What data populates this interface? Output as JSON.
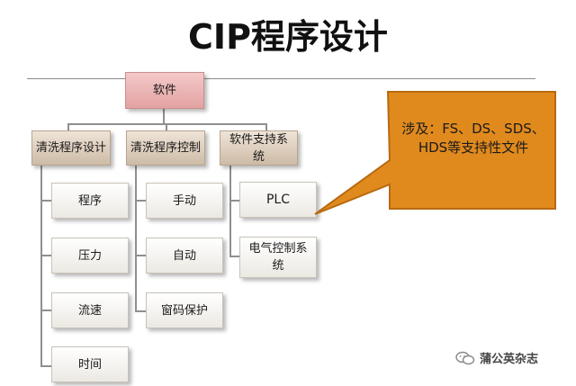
{
  "title": "CIP程序设计",
  "diagram": {
    "root": "软件",
    "categories": [
      {
        "label": "清洗程序设计",
        "items": [
          "程序",
          "压力",
          "流速",
          "时间"
        ]
      },
      {
        "label": "清洗程序控制",
        "items": [
          "手动",
          "自动",
          "窗码保护"
        ]
      },
      {
        "label": "软件支持系统",
        "items": [
          "PLC",
          "电气控制系统"
        ]
      }
    ],
    "callout": "涉及：FS、DS、SDS、HDS等支持性文件",
    "colors": {
      "root_fill": "#e8aaaa",
      "category_fill": "#d8c8b6",
      "callout_fill": "#e08a1e",
      "callout_border": "#b86a10"
    }
  },
  "watermark": "蒲公英杂志"
}
